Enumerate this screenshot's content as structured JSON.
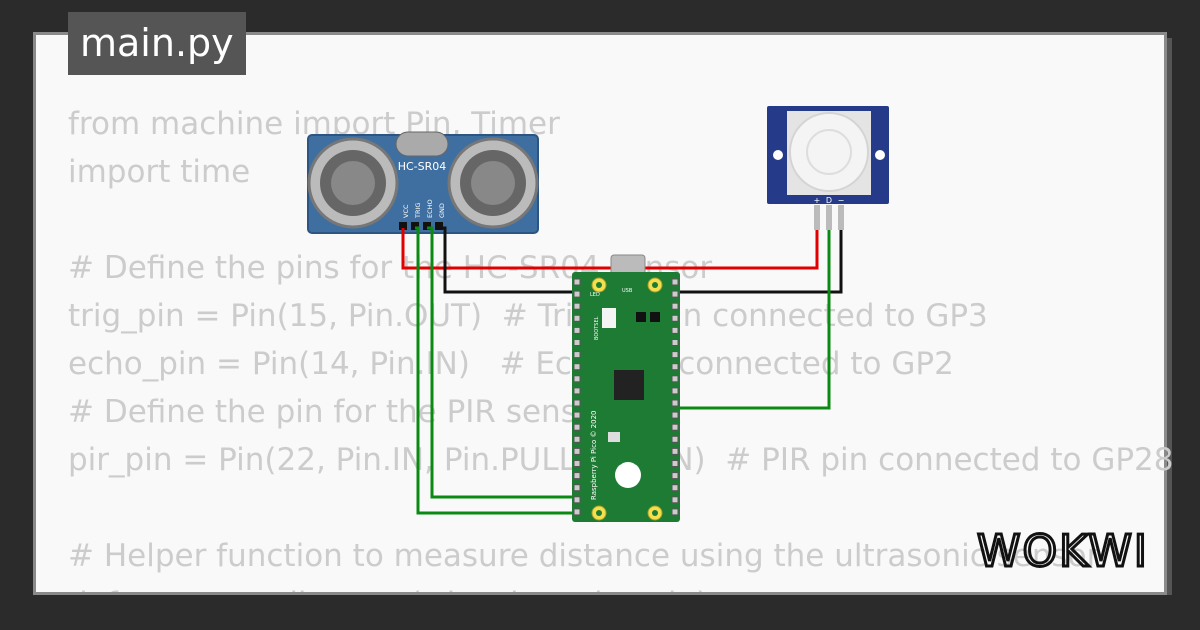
{
  "tab": {
    "title": "main.py"
  },
  "code_lines": [
    "from machine import Pin, Timer",
    "import time",
    "",
    "# Define the pins for the HC-SR04 sensor",
    "trig_pin = Pin(15, Pin.OUT)  # Trigger pin connected to GP3",
    "echo_pin = Pin(14, Pin.IN)   # Echo pin connected to GP2",
    "# Define the pin for the PIR sensor",
    "pir_pin = Pin(22, Pin.IN, Pin.PULL_DOWN)  # PIR pin connected to GP28",
    "",
    "# Helper function to measure distance using the ultrasonic sensor",
    "def measure_distance(trig_pin, echo_pin):"
  ],
  "hcsr04": {
    "label": "HC-SR04",
    "pins": [
      "VCC",
      "TRIG",
      "ECHO",
      "GND"
    ]
  },
  "pir": {
    "pins": [
      "+",
      "D",
      "−"
    ]
  },
  "pico": {
    "usb_label": "USB",
    "led_label": "LED",
    "bootsel_label": "BOOTSEL",
    "brand_label": "Raspberry Pi Pico © 2020"
  },
  "logo": {
    "text": "WOKWI"
  },
  "colors": {
    "wire_red": "#e00000",
    "wire_black": "#111111",
    "wire_green": "#0a8a12",
    "pcb_blue": "#3f6fa0",
    "pico_green": "#1e7b34",
    "pir_blue": "#253a88"
  }
}
